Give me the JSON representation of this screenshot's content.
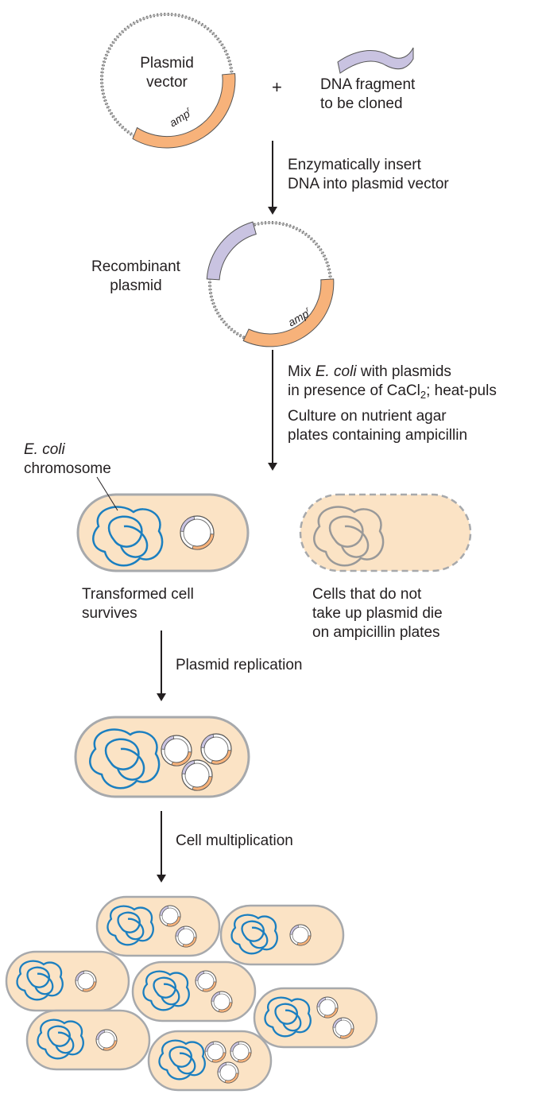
{
  "colors": {
    "cell_fill": "#fbe3c5",
    "cell_stroke": "#a7a9ac",
    "chromosome": "#1b7fc0",
    "dead_chromosome": "#999999",
    "amp_gene": "#f7b27a",
    "insert_dna": "#c9c3e1",
    "arrow": "#231f20"
  },
  "plasmid_vector": {
    "label_line1": "Plasmid",
    "label_line2": "vector",
    "gene_label": "amp",
    "gene_sup": "r"
  },
  "plus_sign": "+",
  "dna_fragment": {
    "line1": "DNA fragment",
    "line2": "to be cloned"
  },
  "step1": {
    "line1": "Enzymatically insert",
    "line2": "DNA into plasmid vector"
  },
  "recombinant": {
    "line1": "Recombinant",
    "line2": "plasmid",
    "gene_label": "amp",
    "gene_sup": "r"
  },
  "step2": {
    "line1_a": "Mix ",
    "line1_ecoli": "E. coli",
    "line1_b": " with plasmids",
    "line2_a": "in presence of CaCl",
    "line2_sub": "2",
    "line2_b": "; heat-puls",
    "line3": "Culture on nutrient agar",
    "line4": "plates containing ampicillin"
  },
  "ecoli_chromosome": {
    "line1": "E. coli",
    "line2": "chromosome"
  },
  "transformed": {
    "line1": "Transformed cell",
    "line2": "survives"
  },
  "non_transformed": {
    "line1": "Cells that do not",
    "line2": "take up plasmid die",
    "line3": "on ampicillin plates"
  },
  "step3": "Plasmid replication",
  "step4": "Cell multiplication",
  "colony_cells": [
    {
      "plasmids": 2
    },
    {
      "plasmids": 1
    },
    {
      "plasmids": 1
    },
    {
      "plasmids": 2
    },
    {
      "plasmids": 2
    },
    {
      "plasmids": 1
    },
    {
      "plasmids": 3
    }
  ]
}
